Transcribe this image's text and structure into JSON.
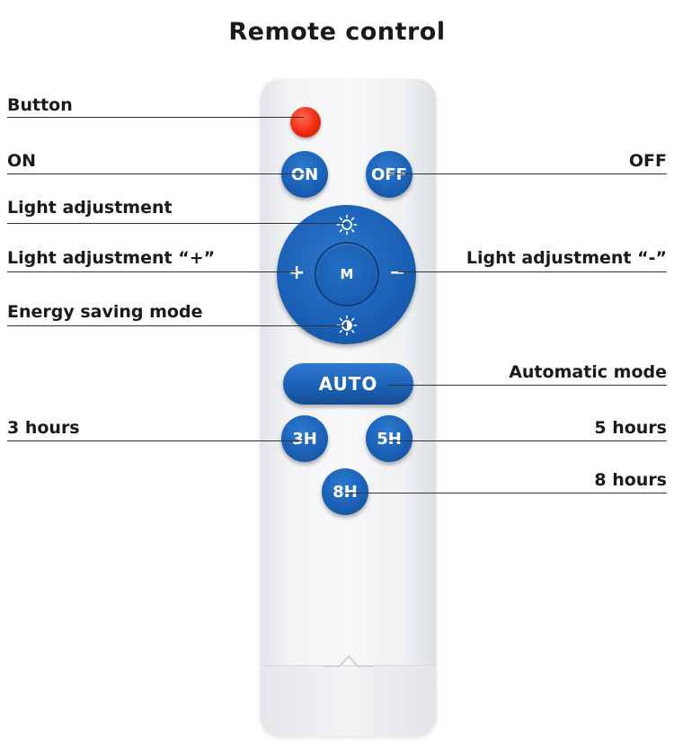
{
  "title": "Remote control",
  "buttons": {
    "on": "ON",
    "off": "OFF",
    "mode": "M",
    "plus": "+",
    "minus": "−",
    "auto": "AUTO",
    "h3": "3H",
    "h5": "5H",
    "h8": "8H"
  },
  "labels": {
    "button": "Button",
    "on": "ON",
    "off": "OFF",
    "light_adjustment": "Light adjustment",
    "light_plus": "Light adjustment “+”",
    "light_minus": "Light adjustment “-”",
    "energy_saving": "Energy saving mode",
    "automatic": "Automatic mode",
    "h3": "3 hours",
    "h5": "5 hours",
    "h8": "8 hours"
  },
  "colors": {
    "button_blue": "#1a5fb4",
    "power_red": "#ee2a10",
    "remote_body": "#f3f4f6"
  },
  "icons": {
    "brightness_top": "sun-icon",
    "brightness_bottom": "half-sun-icon"
  }
}
